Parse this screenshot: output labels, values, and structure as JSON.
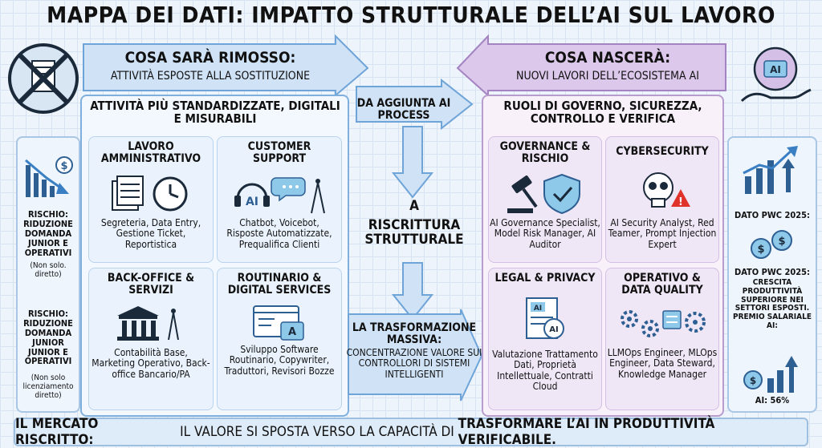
{
  "title": "MAPPA DEI DATI: IMPATTO STRUTTURALE DELL’AI SUL LAVORO",
  "left": {
    "header_title": "COSA SARÀ RIMOSSO:",
    "header_sub": "ATTIVITÀ ESPOSTE ALLA SOSTITUZIONE",
    "section": "ATTIVITÀ PIÙ STANDARDIZZATE, DIGITALI E MISURABILI",
    "cards": [
      {
        "title": "LAVORO AMMINISTRATIVO",
        "text": "Segreteria, Data Entry, Gestione Ticket, Reportistica"
      },
      {
        "title": "CUSTOMER SUPPORT",
        "text": "Chatbot, Voicebot, Risposte Automatizzate, Prequalifica Clienti"
      },
      {
        "title": "BACK-OFFICE & SERVIZI",
        "text": "Contabilità Base, Marketing Operativo, Back-office Bancario/PA"
      },
      {
        "title": "ROUTINARIO & DIGITAL SERVICES",
        "text": "Sviluppo Software Routinario, Copywriter, Traduttori, Revisori Bozze"
      }
    ],
    "risk_top_title": "RISCHIO: RIDUZIONE DOMANDA JUNIOR E OPERATIVI",
    "risk_top_note": "(Non solo. diretto)",
    "risk_bottom_title": "RISCHIO: RIDUZIONE DOMANDA JUNIOR JUNIOR E OPERATIVI",
    "risk_bottom_note": "(Non solo licenziamento diretto)"
  },
  "middle": {
    "top": "DA AGGIUNTA AI PROCESS",
    "a": "A",
    "mid": "RISCRITTURA STRUTTURALE",
    "bottom_title": "LA TRASFORMAZIONE MASSIVA:",
    "bottom_text": "CONCENTRAZIONE VALORE SUI CONTROLLORI DI SISTEMI INTELLIGENTI"
  },
  "right": {
    "header_title": "COSA NASCERÀ:",
    "header_sub": "NUOVI LAVORI DELL’ECOSISTEMA AI",
    "section": "RUOLI DI GOVERNO, SICUREZZA, CONTROLLO E VERIFICA",
    "cards": [
      {
        "title": "GOVERNANCE & RISCHIO",
        "text": "AI Governance Specialist, Model Risk Manager, AI Auditor"
      },
      {
        "title": "CYBERSECURITY",
        "text": "AI Security Analyst, Red Teamer, Prompt Injection Expert"
      },
      {
        "title": "LEGAL & PRIVACY",
        "text": "Valutazione Trattamento Dati, Proprietà Intellettuale, Contratti Cloud"
      },
      {
        "title": "OPERATIVO & DATA QUALITY",
        "text": "LLMOps Engineer, MLOps Engineer, Data Steward, Knowledge Manager"
      }
    ],
    "pwc_top": "DATO PwC 2025:",
    "pwc_title": "DATO PwC 2025:",
    "pwc_text": "CRESCITA PRODUTTIVITÀ SUPERIORE NEI SETTORI ESPOSTI. PREMIO SALARIALE AI:",
    "pwc_value": "AI: 56%"
  },
  "footer": {
    "p1": "IL MERCATO RISCRITTO:",
    "p2": " IL VALORE SI SPOSTA VERSO LA CAPACITÀ DI ",
    "p3": "TRASFORMARE L’AI IN PRODUTTIVITÀ VERIFICABILE."
  },
  "icons": [
    "blocked-document-icon",
    "decline-chart-icon",
    "documents-icon",
    "clock-icon",
    "headset-ai-icon",
    "chat-bubble-icon",
    "antenna-icon",
    "bank-icon",
    "translate-window-icon",
    "ai-head-hand-icon",
    "gavel-icon",
    "shield-check-icon",
    "skull-alert-icon",
    "ai-document-icon",
    "gears-icon",
    "growth-chart-icon",
    "coins-icon"
  ]
}
